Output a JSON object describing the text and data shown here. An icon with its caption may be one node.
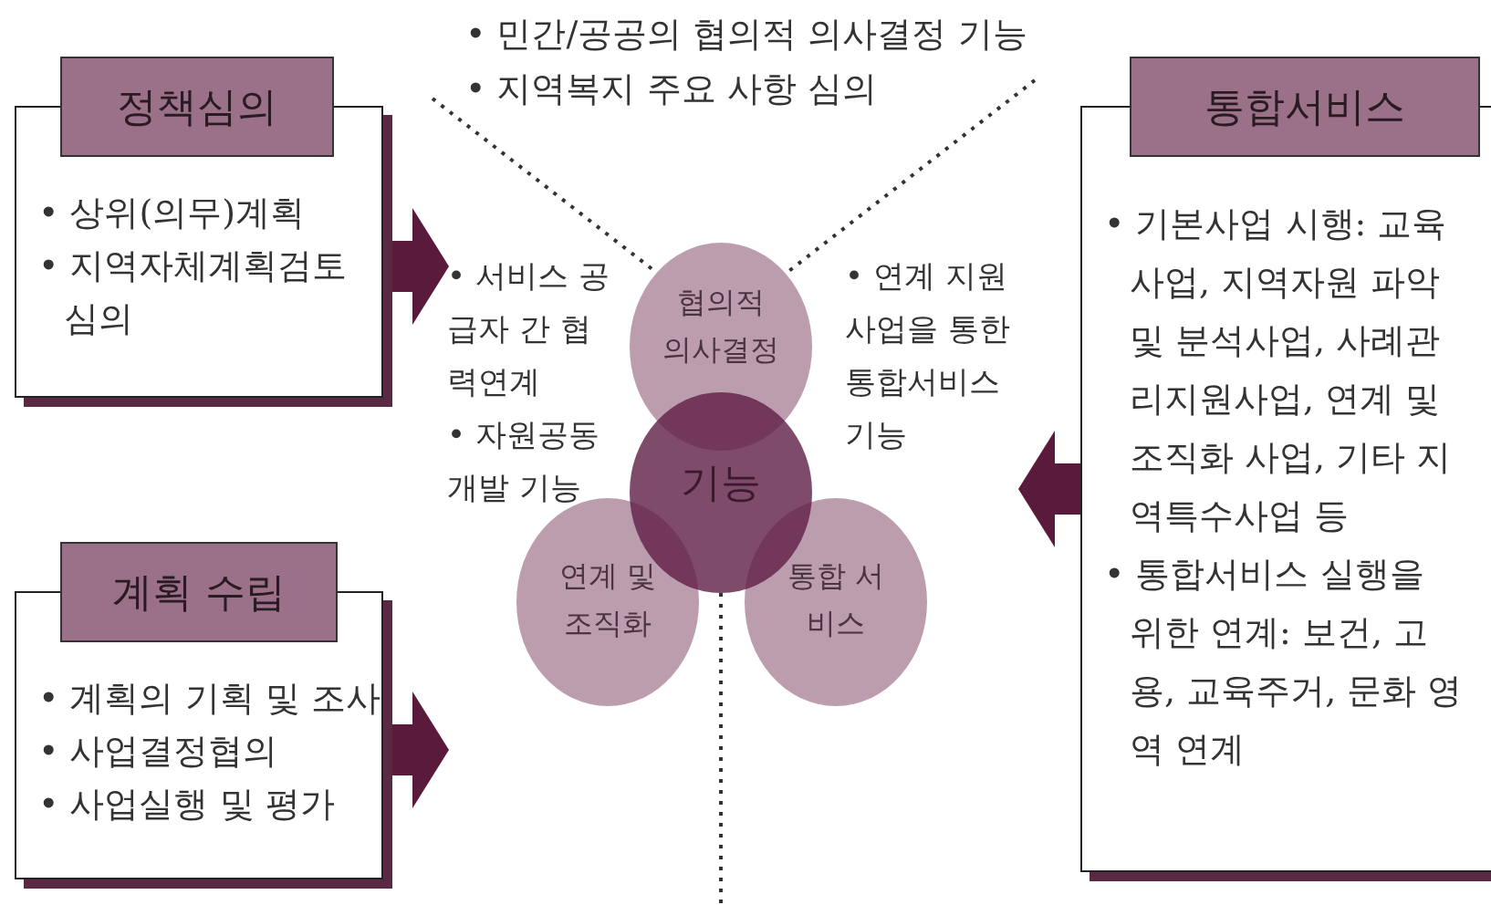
{
  "diagram": {
    "nodes": [
      {
        "text": [
          "• 민간/공공의 협의적 의사결정 기능",
          "• 지역복지 주요 사항 심의"
        ]
      },
      {
        "text": [
          "정책심의",
          "• 상위(의무)계획",
          "• 지역자체계획검토 심의"
        ]
      },
      {
        "text": [
          "통합서비스",
          "• 기본사업 시행: 교육사업, 지역자원 파악 및 분석사업, 사례관리지원사업, 연계 및 조직화 사업, 기타 지역특수사업 등",
          "• 통합서비스 실행을 위한 연계: 보건, 고용, 교육주거, 문화 영역 연계"
        ]
      },
      {
        "text": [
          "협의적 의사결정"
        ]
      },
      {
        "text": [
          "기능"
        ]
      },
      {
        "text": [
          "연계 및 조직화"
        ]
      },
      {
        "text": [
          "통합 서비스"
        ]
      },
      {
        "text": [
          "계획 수립",
          "• 계획의 기획 및 조사",
          "• 사업결정협의",
          "• 사업실행 및 평가"
        ]
      }
    ],
    "edges": [
      {
        "from": 0,
        "to": 3,
        "arrow": "none",
        "style": "dashed"
      },
      {
        "from": 0,
        "to": 3,
        "arrow": "none",
        "style": "dashed"
      },
      {
        "from": 1,
        "to": null,
        "arrow": "to",
        "style": "thick"
      },
      {
        "from": 2,
        "to": null,
        "arrow": "to",
        "style": "thick"
      },
      {
        "from": 7,
        "to": null,
        "arrow": "to",
        "style": "thick"
      },
      {
        "from": 4,
        "to": null,
        "arrow": "none",
        "style": "dashed"
      }
    ],
    "labels": [
      "• 서비스 공급자 간 협력연계",
      "• 자원공동 개발 기능",
      "• 연계 지원 사업을 통한 통합서비스 기능"
    ]
  }
}
